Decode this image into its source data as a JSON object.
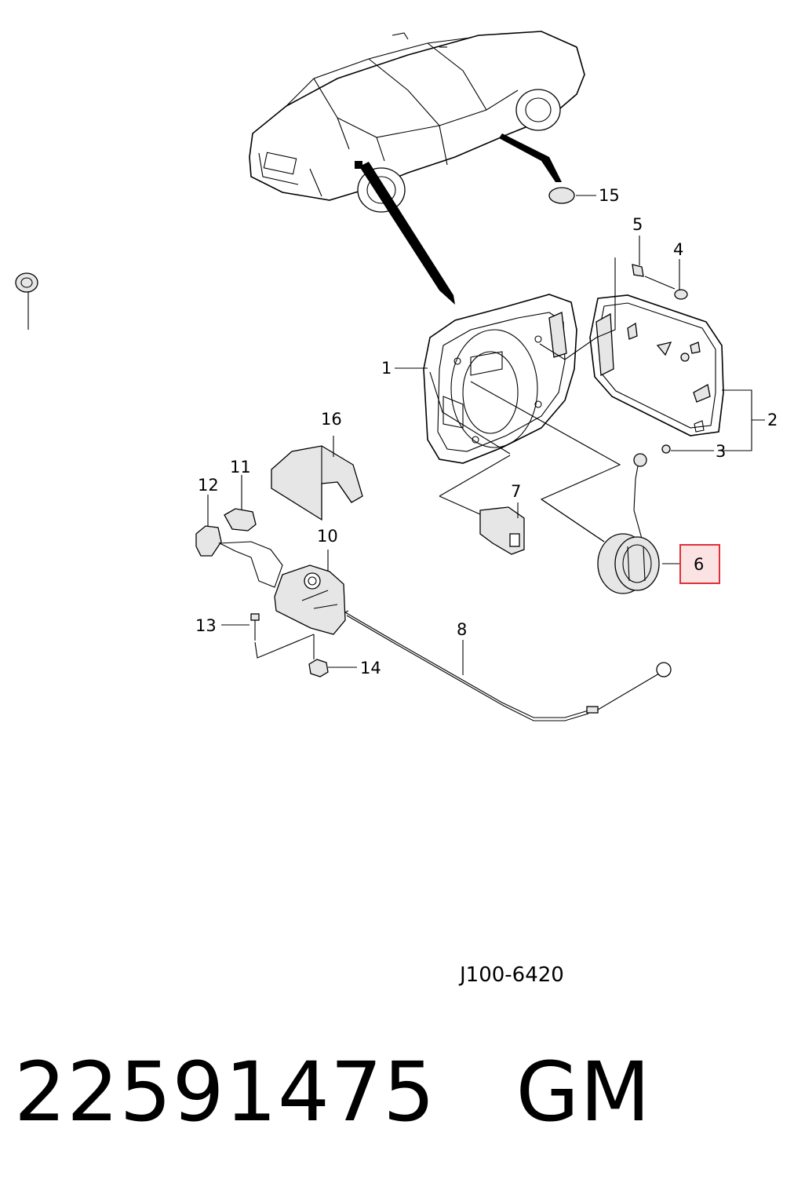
{
  "callouts": {
    "c1": "1",
    "c2": "2",
    "c3": "3",
    "c4": "4",
    "c5": "5",
    "c6": "6",
    "c7": "7",
    "c8": "8",
    "c10": "10",
    "c11": "11",
    "c12": "12",
    "c13": "13",
    "c14": "14",
    "c15": "15",
    "c16": "16"
  },
  "highlight_color": "#e0303a",
  "highlight_fill": "#fbe3e4",
  "reference_code": "J100-6420",
  "part_number": "22591475   GM"
}
